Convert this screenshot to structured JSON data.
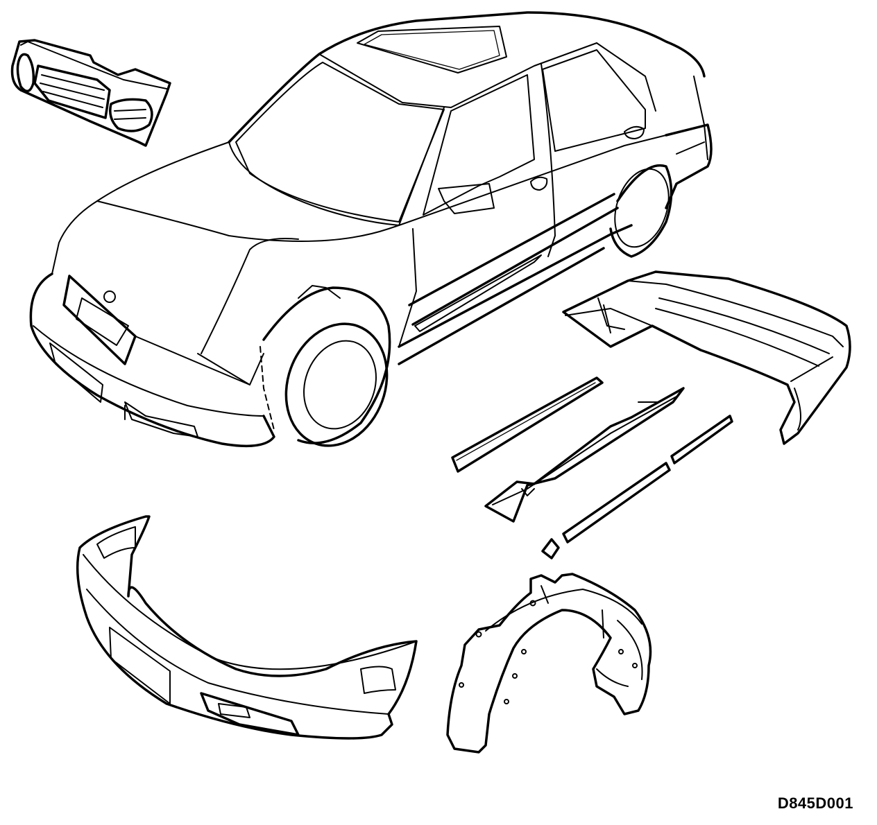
{
  "figure": {
    "reference_code": "D845D001"
  },
  "parts": [
    {
      "id": "car-body",
      "icon": "car-outline"
    },
    {
      "id": "radiator-grille",
      "icon": "grille"
    },
    {
      "id": "rear-bumper",
      "icon": "rear-bumper"
    },
    {
      "id": "front-bumper",
      "icon": "front-bumper"
    },
    {
      "id": "door-moulding-upper",
      "icon": "moulding-strip"
    },
    {
      "id": "sill-moulding",
      "icon": "sill-panel"
    },
    {
      "id": "door-moulding-lower",
      "icon": "moulding-strip"
    },
    {
      "id": "end-cap",
      "icon": "end-cap"
    },
    {
      "id": "wheel-arch-liner",
      "icon": "wheel-housing"
    }
  ]
}
